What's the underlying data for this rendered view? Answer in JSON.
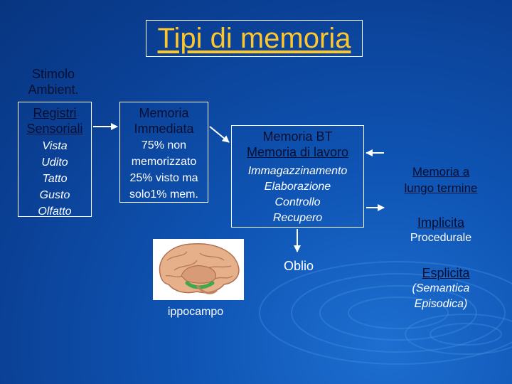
{
  "title": "Tipi di memoria",
  "stimolo": [
    "Stimolo",
    "Ambient."
  ],
  "registri": {
    "header": [
      "Registri",
      "Sensoriali"
    ],
    "items": [
      "Vista",
      "Udito",
      "Tatto",
      "Gusto",
      "Olfatto"
    ]
  },
  "immediata": {
    "header": [
      "Memoria",
      "Immediata"
    ],
    "lines": [
      "75% non",
      "memorizzato",
      "25% visto ma",
      "solo1% mem."
    ]
  },
  "bt": {
    "header": [
      "Memoria BT",
      "Memoria di lavoro"
    ],
    "items": [
      "Immagazzinamento",
      "Elaborazione",
      "Controllo",
      "Recupero"
    ]
  },
  "oblio": "Oblio",
  "ippocampo": "ippocampo",
  "lungo": {
    "header": [
      "Memoria a",
      "lungo termine"
    ],
    "implicita": "Implicita",
    "procedurale": "Procedurale",
    "esplicita": "Esplicita",
    "esplicita_detail": [
      "(Semantica",
      "Episodica)"
    ]
  },
  "colors": {
    "title": "#ffc629",
    "dark_text": "#0a0f30",
    "arrow": "#ffffff",
    "background": "#0f55b5"
  }
}
